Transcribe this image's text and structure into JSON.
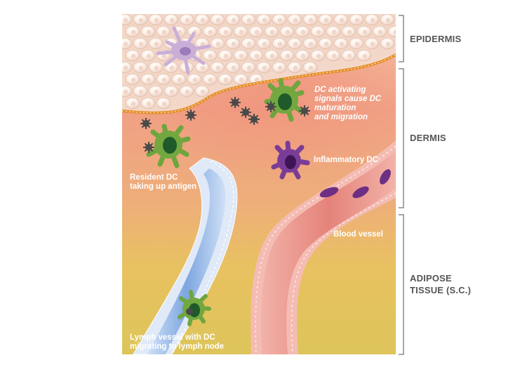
{
  "labels": {
    "dc_signals": "DC activating\nsignals cause DC\nmaturation\nand migration",
    "resident_dc": "Resident DC\ntaking up antigen",
    "inflammatory_dc": "Inflammatory DC",
    "blood_vessel": "Blood vessel",
    "lymph_vessel": "Lymph vessel with DC\nmigrating to lymph node"
  },
  "layers": {
    "epidermis": "EPIDERMIS",
    "dermis": "DERMIS",
    "adipose": "ADIPOSE\nTISSUE (S.C.)"
  },
  "colors": {
    "dermis": "#f0a489",
    "adipose": "#e6c15d",
    "epidermis_cells": "#f6e1d6",
    "basement_membrane": "#e8962e",
    "blood_vessel": "#e0786f",
    "lymph_vessel": "#8fb1e3",
    "resident_dc": "#6fa53f",
    "inflammatory_dc": "#7a3d97",
    "langerhans_cell": "#c9afd8",
    "antigen": "#4a4a4a",
    "bracket": "#888888"
  }
}
